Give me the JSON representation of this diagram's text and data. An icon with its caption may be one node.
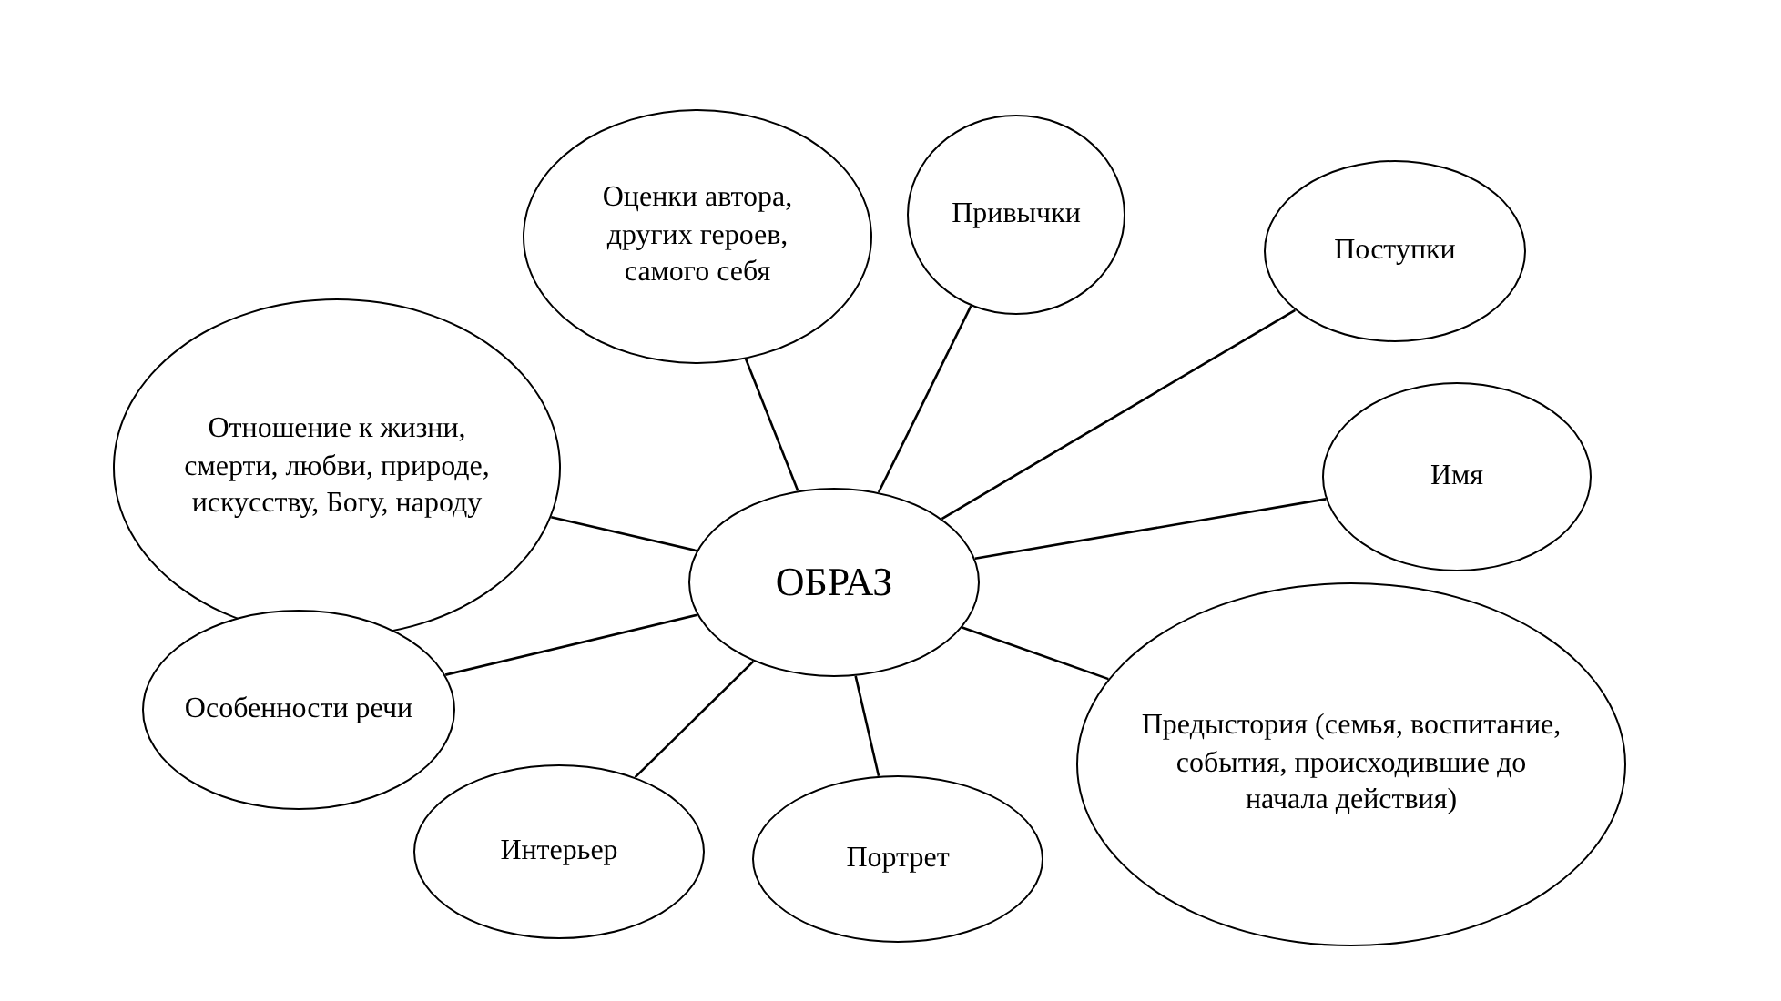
{
  "diagram": {
    "nodes": [
      {
        "text": [
          "ОБРАЗ"
        ]
      },
      {
        "text": [
          "Оценки автора, других героев, самого себя"
        ]
      },
      {
        "text": [
          "Привычки"
        ]
      },
      {
        "text": [
          "Поступки"
        ]
      },
      {
        "text": [
          "Отношение к жизни, смерти, любви, природе, искусству, Богу, народу"
        ]
      },
      {
        "text": [
          "Имя"
        ]
      },
      {
        "text": [
          "Особенности речи"
        ]
      },
      {
        "text": [
          "Предыстория (семья, воспитание, события, происходившие до начала действия)"
        ]
      },
      {
        "text": [
          "Интерьер"
        ]
      },
      {
        "text": [
          "Портрет"
        ]
      }
    ],
    "edges": [
      {
        "from": 0,
        "to": 1,
        "arrow": "none"
      },
      {
        "from": 0,
        "to": 2,
        "arrow": "none"
      },
      {
        "from": 0,
        "to": 3,
        "arrow": "none"
      },
      {
        "from": 0,
        "to": 4,
        "arrow": "none"
      },
      {
        "from": 0,
        "to": 5,
        "arrow": "none"
      },
      {
        "from": 0,
        "to": 6,
        "arrow": "none"
      },
      {
        "from": 0,
        "to": 7,
        "arrow": "none"
      },
      {
        "from": 0,
        "to": 8,
        "arrow": "none"
      },
      {
        "from": 0,
        "to": 9,
        "arrow": "none"
      }
    ]
  }
}
